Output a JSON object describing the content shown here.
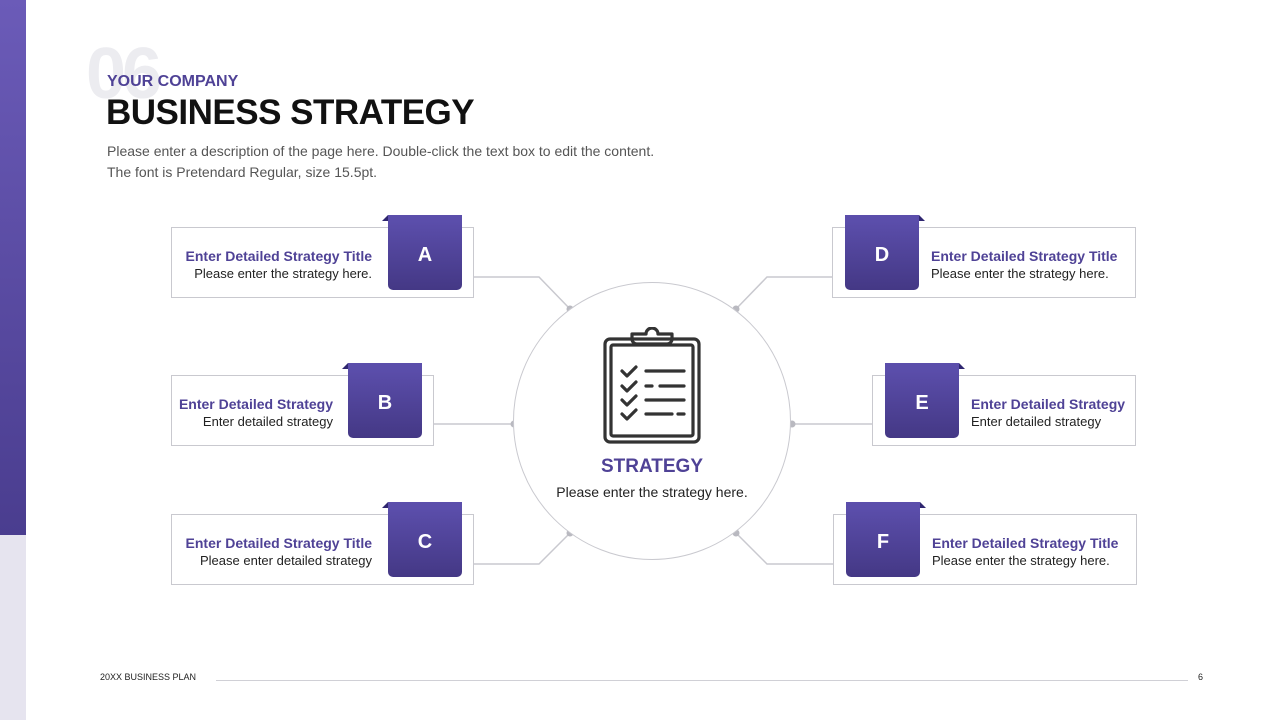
{
  "header": {
    "page_number_bg": "06",
    "company": "YOUR COMPANY",
    "title": "BUSINESS STRATEGY",
    "description_lines": [
      "Please enter a description of the page here. Double-click the text box to edit the content.",
      "The font is Pretendard Regular, size 15.5pt."
    ]
  },
  "center": {
    "icon": "clipboard-checklist-icon",
    "title": "STRATEGY",
    "subtitle": "Please enter the strategy here."
  },
  "cards": [
    {
      "letter": "A",
      "title": "Enter Detailed Strategy Title",
      "text": "Please enter the strategy here."
    },
    {
      "letter": "B",
      "title": "Enter Detailed Strategy",
      "text": "Enter detailed strategy"
    },
    {
      "letter": "C",
      "title": "Enter Detailed Strategy Title",
      "text": "Please enter detailed strategy"
    },
    {
      "letter": "D",
      "title": "Enter Detailed Strategy Title",
      "text": "Please enter the strategy here."
    },
    {
      "letter": "E",
      "title": "Enter Detailed Strategy",
      "text": "Enter detailed strategy"
    },
    {
      "letter": "F",
      "title": "Enter Detailed Strategy Title",
      "text": "Please enter the strategy here."
    }
  ],
  "footer": {
    "label": "20XX BUSINESS PLAN",
    "page": "6"
  },
  "colors": {
    "accent": "#4f4296",
    "tab_top": "#5b4eab",
    "tab_bottom": "#443885",
    "border": "#c9c9cf"
  }
}
